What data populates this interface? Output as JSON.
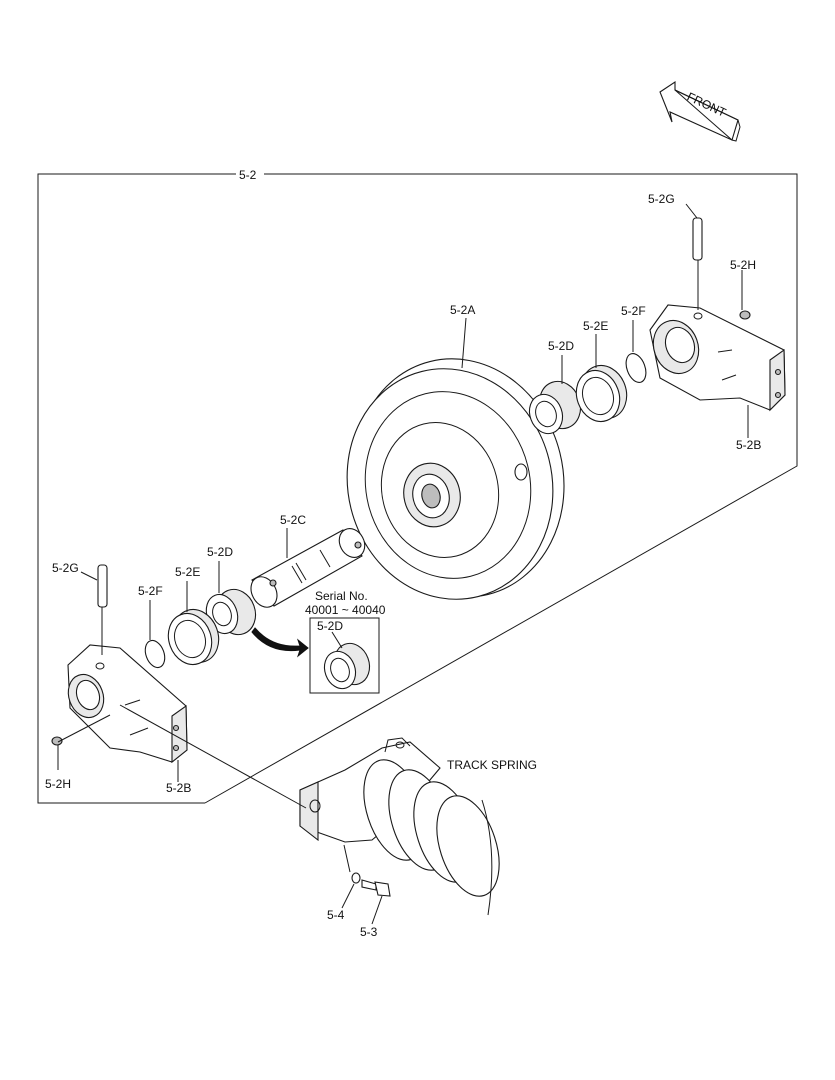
{
  "labels": {
    "assembly": "5-2",
    "idler": "5-2A",
    "bracket_right": "5-2B",
    "bracket_left": "5-2B",
    "shaft": "5-2C",
    "bushing_right": "5-2D",
    "bushing_left": "5-2D",
    "bushing_inset": "5-2D",
    "seal_right": "5-2E",
    "seal_left": "5-2E",
    "oring_right": "5-2F",
    "oring_left": "5-2F",
    "pin_right": "5-2G",
    "pin_left": "5-2G",
    "plug_right": "5-2H",
    "plug_left": "5-2H",
    "bolt": "5-3",
    "washer": "5-4"
  },
  "front_arrow": "FRONT",
  "serial_note": {
    "line1": "Serial No.",
    "line2": "40001 ~ 40040"
  },
  "track_spring": "TRACK SPRING",
  "colors": {
    "line": "#1a1a1a",
    "fill": "#ffffff",
    "shade": "#e9e9e9",
    "dark": "#bdbdbd"
  }
}
